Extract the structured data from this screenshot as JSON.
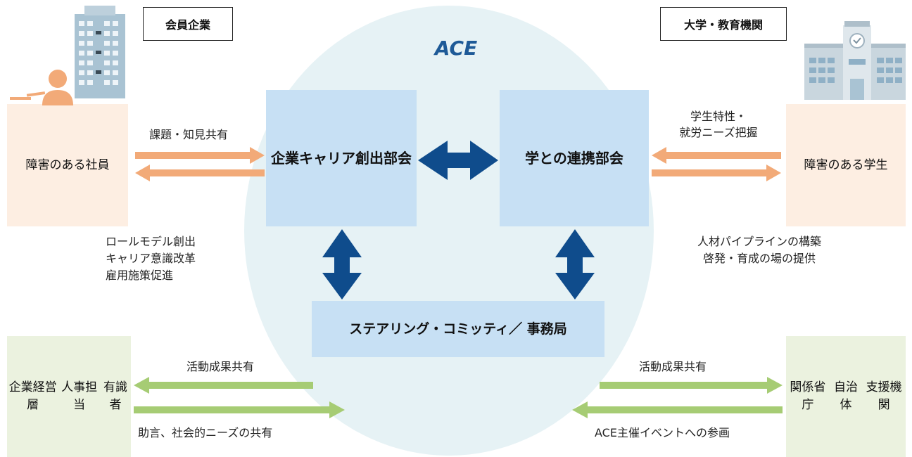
{
  "center": {
    "title": "ACE",
    "corporate_committee": [
      "企業キャリア創出",
      "部会"
    ],
    "academic_committee": [
      "学との連携",
      "部会"
    ],
    "secretariat": "ステアリング・コミッティ／ 事務局"
  },
  "tags": {
    "member_companies": "会員企業",
    "universities": "大学・教育機関"
  },
  "boxes": {
    "employees": [
      "障害のある",
      "社員"
    ],
    "students": [
      "障害のある",
      "学生"
    ],
    "executives": [
      "企業経営層",
      "人事担当",
      "有識者"
    ],
    "government": [
      "関係省庁",
      "自治体",
      "支援機関"
    ]
  },
  "labels": {
    "issues_share": "課題・知見共有",
    "student_insight": [
      "学生特性・",
      "就労ニーズ把握"
    ],
    "corporate_outcomes": [
      "ロールモデル創出",
      "キャリア意識改革",
      "雇用施策促進"
    ],
    "academic_outcomes": [
      "人材パイプラインの構築",
      "啓発・育成の場の提供"
    ],
    "results_share_left": "活動成果共有",
    "advice_share": "助言、社会的ニーズの共有",
    "results_share_right": "活動成果共有",
    "event_planning": "ACE主催イベントへの参画"
  },
  "colors": {
    "circle": "#e6f2f5",
    "committee_box": "#c7e0f4",
    "peach_box": "#fdeee2",
    "green_box": "#ebf2df",
    "navy_arrow": "#0f4c8c",
    "orange_arrow": "#f2aa78",
    "green_arrow": "#a6cc74",
    "ace_title": "#1e5a97"
  },
  "icons": {
    "building": "office-building-icon",
    "worker": "person-at-laptop-icon",
    "school": "school-building-icon"
  }
}
